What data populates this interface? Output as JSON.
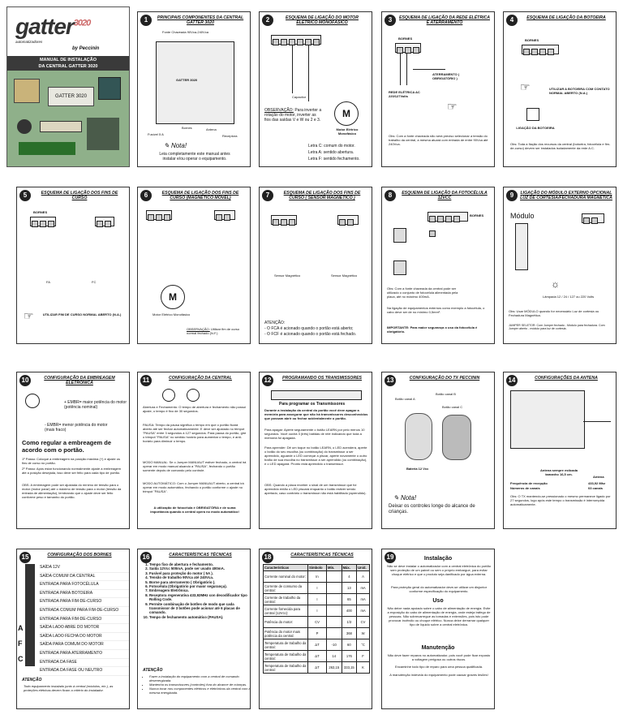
{
  "cover": {
    "logo": "gatter",
    "logo_super": "3020",
    "tagline": "automatizadores",
    "by": "by Peccinin",
    "title_line1": "MANUAL DE INSTALAÇÃO",
    "title_line2": "DA CENTRAL GATTER 3020",
    "board_label": "GATTER 3020"
  },
  "panels": {
    "p1": {
      "num": "1",
      "title": "PRINCIPAIS COMPONENTES DA CENTRAL GATTER 3020",
      "fonte": "Fonte Chaveada 90Vca-240Vca",
      "label_gatter": "GATTER 3020",
      "fusivel": "Fusível 5 A",
      "bornes": "Bornes",
      "antena": "Antena",
      "receptora": "Receptora",
      "nota": "Nota!",
      "nota_text": "Leia completamente este manual antes instalar e/ou operar o equipamento."
    },
    "p2": {
      "num": "2",
      "title": "ESQUEMA DE LIGAÇÃO DO MOTOR ELÉTRICO MONOFÁSICO",
      "capacitor": "Capacitor",
      "obs_title": "OBSERVAÇÃO:",
      "obs_text": "Para inverter a rotação do motor, inverter as fios das saídas V e W ou 2 e 3.",
      "motor": "Motor Elétrico Monofásico",
      "motor_letter": "M",
      "letter_c": "Letra C: comum do motor.",
      "letter_a": "Letra A: sentido abertura.",
      "letter_f": "Letra F: sentido fechamento."
    },
    "p3": {
      "num": "3",
      "title": "ESQUEMA DE LIGAÇÃO DA REDE ELÉTRICA E ATERRAMENTO",
      "bornes": "BORNES",
      "aterramento": "ATERRAMENTO ( OBRIGATÓRIO )",
      "rede": "REDE ELÉTRICA AC 220/127Volts",
      "obs": "Obs: Com a fonte chaveada não será preciso selecionar a tensão do trabalho da central, a mesma atuará com entrada de entre 90Vca até 240Vca."
    },
    "p4": {
      "num": "4",
      "title": "ESQUEMA DE LIGAÇÃO DA BOTOEIRA",
      "bornes": "BORNES",
      "utilizar": "UTILIZAR A BOTOEIRA COM CONTATO NORMAL ABERTO (N.A.)",
      "ligacao": "LIGAÇÃO DA BOTOEIRA",
      "obs": "Obs: Toda a fiação dos recursos da central (botoeira, fotocélula e fim-de-curso) devem ser instalados isoladamente da rede A.C."
    },
    "p5": {
      "num": "5",
      "title": "ESQUEMA DE LIGAÇÃO DOS FINS DE CURSO",
      "bornes": "BORNES",
      "fa": "FA",
      "fc": "FC",
      "utilizar": "UTILIZAR FIM DE CURSO NORMAL ABERTO (N.A.)"
    },
    "p6": {
      "num": "6",
      "title": "ESQUEMA DE LIGAÇÃO DOS FINS DE CURSO (MAGNÉTICO MÓVEL)",
      "motor": "Motor Elétrico Monofásico",
      "motor_letter": "M",
      "obs": "OBSERVAÇÃO:",
      "obs_text": "Utilizar fim de curso normal fechado (N.F.)"
    },
    "p7": {
      "num": "7",
      "title": "ESQUEMA DE LIGAÇÃO DOS FINS DE CURSO ( SENSOR MAGNÉTICO )",
      "sensor1": "Sensor Magnético",
      "sensor2": "Sensor Magnético",
      "atencao": "ATENÇÃO:",
      "l1": "- O FCA é acionado quando o portão está aberto;",
      "l2": "- O FCF é acionado quando o portão está fechado."
    },
    "p8": {
      "num": "8",
      "title": "ESQUEMA DE LIGAÇÃO DA FOTOCÉLULA 12VCC",
      "bornes": "BORNES",
      "obs": "Obs: Com a fonte chaveada da central pode ser utilizado o conjunto de fotocélula alimentada pela placa, até no máximo 400mA.",
      "obs2": "Na ligação de equipamentos externos como exemplo a fotocélula, o cabo deve ser de no mínimo 0,5mm².",
      "importante": "IMPORTANTE: Para maior segurança o uso da fotocélula é obrigatório."
    },
    "p9": {
      "num": "9",
      "title": "LIGAÇÃO DO MÓDULO EXTERNO OPCIONAL LUZ DE CORTESIA/FECHADURA MAGNÉTICA",
      "modulo": "Módulo",
      "lamp": "Lâmpada 12 / 24 / 127 ou 220 Volts",
      "obs": "Obs: Usar MÓDULO quando for necessário Luz de cortesia ou Fechadura Magnética.",
      "jumper": "JUMPER SELETOR: Com Jumper fechado - Módulo para fechadura. Com Jumper aberto - módulo para luz de cortesia."
    },
    "p10": {
      "num": "10",
      "title": "CONFIGURAÇÃO DA EMBREAGEM ELETRÔNICA",
      "plus": "+ EMBR= maior potência do motor (potência nominal)",
      "minus": "- EMBR= menor potência do motor (mais fraco)",
      "heading": "Como regular a embreagem de acordo com o portão.",
      "p1": "1º Passo: Coloque a embreagem na posição máxima (+) e ajuste os fins de curso no portão.",
      "p2": "2º Passo: Após estar funcionando normalmente ajuste a embreagem até a posição desejada, isso deve ser feito para cada tipo de portão.",
      "p3": "OBS: A embreagem pode ser ajustada do mínimo de tensão para o motor (motor parar) até o máximo de tensão para o motor (tensão da entrada de alimentação), lembrando que o ajuste deve ser feito conforme peso e tamanho do portão."
    },
    "p11": {
      "num": "11",
      "title": "CONFIGURAÇÃO DA CENTRAL",
      "t1": "Abertura e Fechamento: O tempo de abertura e fechamento não possui ajuste, o tempo é fixo de 30 segundos.",
      "t2": "PAUSA: Tempo da pausa significa o tempo em que o portão ficará aberto até ser fechar automaticamente. E deve ser ajustado no trimpot \"PAUSA\" entre 3 segundos à 127 segundos. Para pausa do portão, gire o trimpot \"PAUSA\" no sentido horário para aumentar o tempo, e anti-horário para diminuir o tempo.",
      "t3": "MODO MANUAL: Se o Jumper MANUAUT estiver fechado, a central irá operar em modo manual aluando a \"PAUSA\", fechando o portão somente depois de comando pelo controle.",
      "t4": "MODO AUTOMÁTICO: Com o Jumper MANUAUT aberto, a central irá operar em modo automático, fechando o portão conforme o ajuste no trimpot \"PAUSA\".",
      "t5": "A utilização de fotocélula é OBRIGATÓRIA e de suma importância quando a central opera no modo automático!"
    },
    "p12": {
      "num": "12",
      "title": "PROGRAMANDO OS TRANSMISSORES",
      "apagar": "Para programar os Transmissores",
      "t1": "Durante a instalação da central do portão você deve apagar a memória para assegurar que não há transmissores desconhecidos que possam abrir ou fechar acidentalmente o portão.",
      "t2": "Para apagar: Aperte seguramente o botão LEARN por pelo menos 10 segundos. Você ouvirá 3 (três) batidas de relé indicando que toda a memória foi apagada.",
      "t3": "Para aprender: Dê um toque no botão LEARN, o LED acenderá, aperte o botão do seu escolha (ou combinação) do transmissor a ser aprendido, aguarde o LED começar a piscar, aperte novamente o outro botão de sua escolha no transmissor a ser aprendido (ou combinação), e o LED apagará. Pronto está aprendido o transmissor.",
      "t4": "OBS: Quando a placa receber o sinal de um transmissor que foi aprendido então o LED piscará enquanto o botão estiver sendo apertado, caso contrário o transmissor não está habilitado (aprendido)."
    },
    "p13": {
      "num": "13",
      "title": "CONFIGURAÇÃO DO TX PECCININ",
      "botao_a": "Botão canal A",
      "botao_b": "Botão canal B",
      "botao_c": "Botão canal C",
      "bateria": "Bateria 12 Vcc",
      "nota": "Nota!",
      "nota_text": "Deixar os controles longe do alcance de crianças."
    },
    "p14": {
      "num": "14",
      "title": "CONFIGURAÇÕES DA ANTENA",
      "antena_label": "Antena sempre esticada tamanho 16,5 cm.",
      "antena": "Antena",
      "freq_label": "Frequência de recepção",
      "freq": "433,92 Mhz",
      "canais_label": "Números de canais",
      "canais": "03 canais",
      "obs": "Obs: O TX mantendo-se pressionado o mesmo permanece ligado por 27 segundos, logo após este tempo o transmissão é interrompida automaticamente."
    },
    "p15": {
      "num": "15",
      "title": "CONFIGURAÇÃO DOS BORNES",
      "items": [
        "SAÍDA 12V",
        "SAÍDA COMUM DA CENTRAL",
        "ENTRADA PARA FOTOCÉLULA",
        "ENTRADA PARA BOTOEIRA",
        "ENTRADA PARA FIM-DE-CURSO",
        "ENTRADA COMUM PARA FIM-DE-CURSO",
        "ENTRADA PARA FIM-DE-CURSO",
        "SAÍDA LADO ABRE DO MOTOR",
        "SAÍDA LADO FECHA DO MOTOR",
        "SAÍDA PARA COMUM DO MOTOR",
        "ENTRADA PARA ATERRAMENTO",
        "ENTRADA DA FASE",
        "ENTRADA DA FASE OU NEUTRO"
      ],
      "letters": [
        "A",
        "F",
        "C"
      ],
      "atencao": "ATENÇÃO",
      "note": "Todo equipamento instalado junto à central (módulos, etc.), as proteções elétricas devem ficam a critério do instalador."
    },
    "p16": {
      "num": "16",
      "title": "CARACTERÍSTICAS TÉCNICAS",
      "items": [
        "Tempo fixo de abertura e fechamento.",
        "Saída 12Vcc 500mA, pode ser usado 400mA.",
        "Fusível para proteção do motor ( 5A ).",
        "Tensão de trabalho 90Vca até 240Vca.",
        "Borne para aterramento ( Obrigatório ).",
        "Fotocélula (Obrigatório por maior segurança).",
        "Embreagem Eletrônica.",
        "Receptora regenerativa 433,92MHz con decodificador tipo Rolling Code.",
        "Permite combinação de botões de modo que cada transmissor de 3 botões pode acionar até 6 placas de comando.",
        "Tempo de fechamento automático (PAUSA)."
      ],
      "atencao": "ATENÇÃO",
      "notes": [
        "Fazer a instalação do equipamento com a central de comando desenergizada.",
        "Mantenha os transmissores (controles) fora do alcance de crianças.",
        "Nunca tocar nos componentes elétricos e eletrônicos da central com a mesma energizada."
      ]
    },
    "p18": {
      "num": "18",
      "title": "CARACTERÍSTICAS TÉCNICAS",
      "headers": [
        "Características",
        "Símbolo",
        "Mín.",
        "Máx.",
        "Unid."
      ],
      "rows": [
        [
          "Corrente nominal do motor:",
          "In",
          "",
          "4",
          "A"
        ],
        [
          "Corrente de consumo da central:",
          "I",
          "",
          "13",
          "mA"
        ],
        [
          "Corrente de trabalho da central:",
          "I",
          "",
          "65",
          "mA"
        ],
        [
          "Corrente fornecida para central (12Vcc):",
          "I",
          "",
          "400",
          "mA"
        ],
        [
          "Potência do motor:",
          "CV",
          "",
          "1/3",
          "CV"
        ],
        [
          "Potência do motor mais potência da central:",
          "P",
          "",
          "368",
          "W"
        ],
        [
          "Temperatura de trabalho da central:",
          "ΔT",
          "-10",
          "60",
          "°C"
        ],
        [
          "Temperatura de trabalho da central:",
          "ΔT",
          "14",
          "176",
          "F"
        ],
        [
          "Temperatura de trabalho da central:",
          "ΔT",
          "263,15",
          "333,15",
          "K"
        ]
      ]
    },
    "p19": {
      "num": "19",
      "h1": "Instalação",
      "t1": "Não se deve instalar o automatizador com a central eletrônica do portão sem proteção de um painel ou sem o próprio embargue, para evitar choque elétrico e que o produto seja danificado por água externa.",
      "t2": "Para proteção geral do automatizador deve-se utilizar um disjuntor conforme especificação do equipamento.",
      "h2": "Uso",
      "t3": "Não deixe nada apoiado sobre o cabo de alimentação de energia. Evite a exposição do cabo de alimentação de energia, onde esteja tráfego de pessoas. Não sobrecarregue as tomadas e extensões, pois isto pode provocar incêndio ou choque elétrico. Nunca deixe derramar qualquer tipo de líquido sobre a central eletrônica.",
      "h3": "Manutenção",
      "t4": "Não deve fazer reparos no automatizador, pois você pode ficar exposto a voltagem perigosa ou outros riscos.",
      "t5": "Encaminhe todo tipo de reparo para uma pessoa qualificada.",
      "t6": "A manutenção indevida do equipamento pode causar graves lesões!"
    }
  }
}
